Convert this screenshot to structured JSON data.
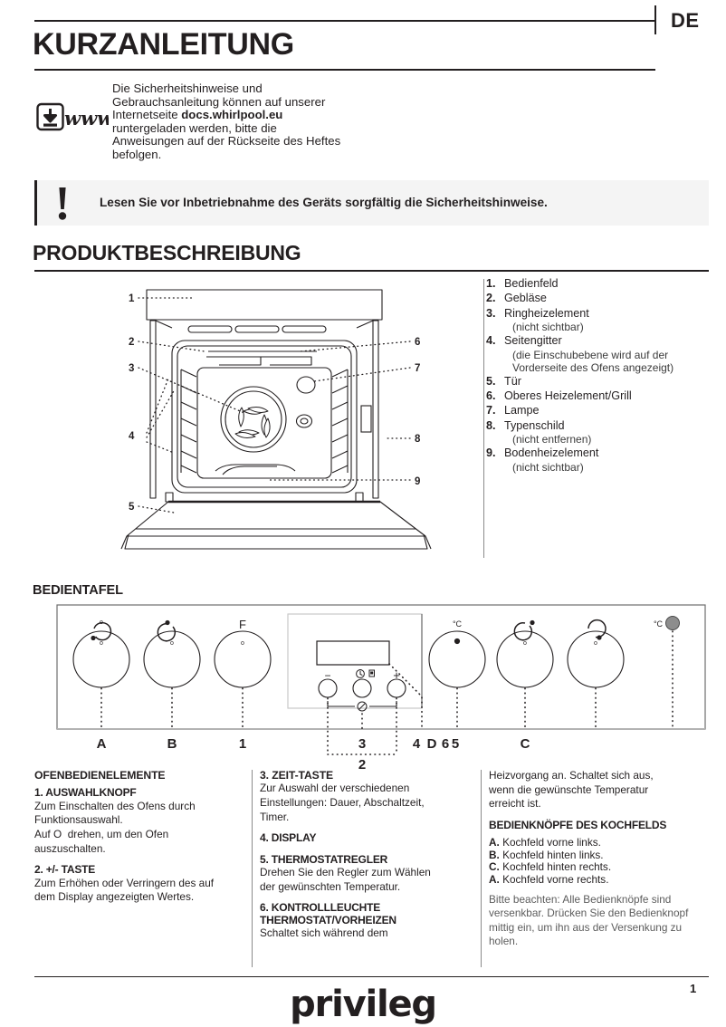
{
  "header": {
    "language_code": "DE",
    "title": "KURZANLEITUNG"
  },
  "web_notice": {
    "icon": "download-www-icon",
    "line1": "Die Sicherheitshinweise und",
    "line2": "Gebrauchsanleitung können auf unserer",
    "line3_prefix": "Internetseite ",
    "url": "docs.whirlpool.eu",
    "line4": "runtergeladen werden, bitte die",
    "line5": "Anweisungen auf der Rückseite des Heftes",
    "line6": "befolgen."
  },
  "warning": {
    "icon": "exclamation-icon",
    "text": "Lesen Sie vor Inbetriebnahme des Geräts sorgfältig die Sicherheitshinweise.",
    "background": "#f4f4f4"
  },
  "product_description": {
    "title": "PRODUKTBESCHREIBUNG",
    "legend": [
      {
        "num": "1.",
        "label": "Bedienfeld",
        "note": ""
      },
      {
        "num": "2.",
        "label": "Gebläse",
        "note": ""
      },
      {
        "num": "3.",
        "label": "Ringheizelement",
        "note": "(nicht sichtbar)"
      },
      {
        "num": "4.",
        "label": "Seitengitter",
        "note": "(die Einschubebene wird auf der Vorderseite des Ofens angezeigt)"
      },
      {
        "num": "5.",
        "label": "Tür",
        "note": ""
      },
      {
        "num": "6.",
        "label": "Oberes Heizelement/Grill",
        "note": ""
      },
      {
        "num": "7.",
        "label": "Lampe",
        "note": ""
      },
      {
        "num": "8.",
        "label": "Typenschild",
        "note": "(nicht entfernen)"
      },
      {
        "num": "9.",
        "label": "Bodenheizelement",
        "note": "(nicht sichtbar)"
      }
    ],
    "diagram_callouts": [
      "1",
      "2",
      "3",
      "4",
      "5",
      "6",
      "7",
      "8",
      "9"
    ]
  },
  "control_panel": {
    "title": "BEDIENTAFEL",
    "callouts": [
      {
        "id": "A",
        "label": "A"
      },
      {
        "id": "B",
        "label": "B"
      },
      {
        "id": "1",
        "label": "1"
      },
      {
        "id": "2",
        "label": "2"
      },
      {
        "id": "3",
        "label": "3"
      },
      {
        "id": "4",
        "label": "4"
      },
      {
        "id": "D",
        "label": "D"
      },
      {
        "id": "6",
        "label": "6"
      },
      {
        "id": "5",
        "label": "5"
      },
      {
        "id": "C",
        "label": "C"
      }
    ],
    "knob_markers": [
      "o",
      "o",
      "o",
      "dot",
      "o",
      "o"
    ],
    "glyphs": {
      "knob_f": "F",
      "celsius": "°C"
    }
  },
  "oven_controls": {
    "heading": "OFENBEDIENELEMENTE",
    "items": [
      {
        "title": "1. AUSWAHLKNOPF",
        "body": "Zum Einschalten des Ofens durch Funktionsauswahl.\nAuf O  drehen, um den Ofen auszuschalten."
      },
      {
        "title": "2. +/- TASTE",
        "body": "Zum Erhöhen oder Verringern des auf dem Display angezeigten Wertes."
      },
      {
        "title": "3. ZEIT-TASTE",
        "body": "Zur Auswahl der verschiedenen Einstellungen: Dauer, Abschaltzeit, Timer."
      },
      {
        "title": "4. DISPLAY",
        "body": ""
      },
      {
        "title": "5. THERMOSTATREGLER",
        "body": "Drehen Sie den Regler zum Wählen der gewünschten Temperatur."
      },
      {
        "title": "6. KONTROLLLEUCHTE THERMOSTAT/VORHEIZEN",
        "title_line1": "6. KONTROLLLEUCHTE",
        "title_line2": "THERMOSTAT/VORHEIZEN",
        "body_part1": "Schaltet sich während dem",
        "body_part2": "Heizvorgang an. Schaltet sich aus, wenn die gewünschte Temperatur erreicht ist."
      }
    ]
  },
  "hob_controls": {
    "heading": "BEDIENKNÖPFE DES KOCHFELDS",
    "items": [
      {
        "key": "A.",
        "text": "Kochfeld vorne links."
      },
      {
        "key": "B.",
        "text": "Kochfeld hinten links."
      },
      {
        "key": "C.",
        "text": "Kochfeld hinten rechts."
      },
      {
        "key": "A.",
        "text": "Kochfeld vorne rechts."
      }
    ],
    "note": "Bitte beachten: Alle Bedienknöpfe sind versenkbar. Drücken Sie den Bedienknopf mittig ein, um ihn aus der Versenkung zu holen."
  },
  "footer": {
    "brand": "privileg",
    "page_number": "1"
  }
}
